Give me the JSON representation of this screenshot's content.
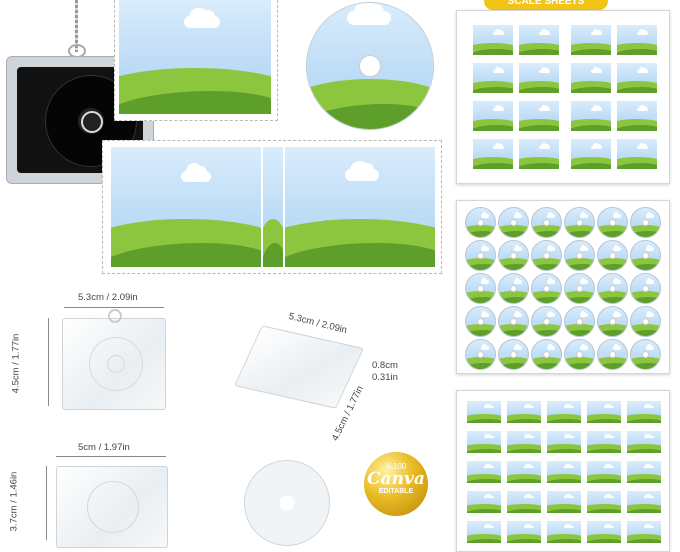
{
  "dimensions": {
    "top_width": "5.3cm / 2.09in",
    "top_height": "4.5cm / 1.77in",
    "angled_width": "5.3cm / 2.09in",
    "angled_depth": "0.8cm",
    "angled_depth_in": "0.31in",
    "angled_height": "4.5cm / 1.77in",
    "bottom_width": "5cm / 1.97in",
    "bottom_height": "3.7cm / 1.46in"
  },
  "badge": {
    "percent": "%100",
    "brand": "Canva",
    "label": "EDITABLE"
  },
  "banner": {
    "text": "SCALE SHEETS"
  },
  "colors": {
    "sky": "#a9d0f3",
    "grass_light": "#8cc63f",
    "grass_dark": "#5e9e2a",
    "badge_gold": "#e8b923",
    "keychain_dark": "#111111"
  }
}
